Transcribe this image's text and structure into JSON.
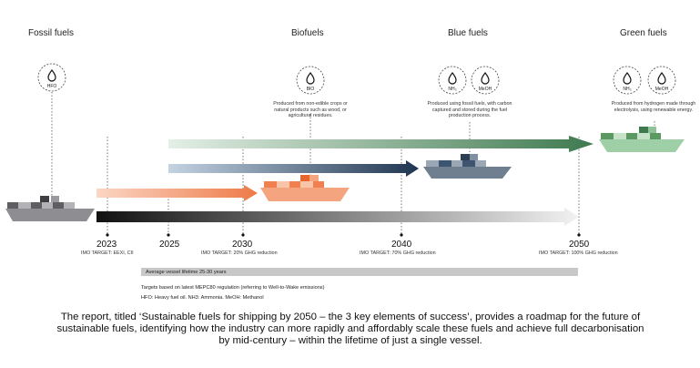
{
  "categories": {
    "fossil": "Fossil fuels",
    "bio": "Biofuels",
    "blue": "Blue fuels",
    "green": "Green fuels"
  },
  "icons": {
    "hfo": "HFO",
    "bio": "BIO",
    "nh3_blue": "NH₃",
    "meoh_blue": "MeOH",
    "nh3_green": "NH₃",
    "meoh_green": "MeOH"
  },
  "descriptions": {
    "bio": "Produced from non-edible crops or natural products such as wood, or agricultural residues.",
    "blue": "Produced using fossil fuels, with carbon captured and stored during the fuel production process.",
    "green": "Produced from hydrogen made through electrolysis, using renewable energy."
  },
  "timeline": {
    "years": [
      "2023",
      "2025",
      "2030",
      "2040",
      "2050"
    ],
    "targets": {
      "y2023": "IMO TARGET: EEXI, CII",
      "y2030": "IMO TARGET: 20% GHG reduction",
      "y2040": "IMO TARGET: 70% GHG reduction",
      "y2050": "IMO TARGET: 100% GHG reduction"
    }
  },
  "lifetime_bar": "Average vessel lifetime 25-30 years",
  "notes": {
    "targets_basis": "Targets based on latest MEPC80 regulation (referring to Well-to-Wake emissions)",
    "abbreviations": "HFO: Heavy fuel oil. NH3: Ammonia. MeOH: Methanol"
  },
  "caption": "The report, titled ‘Sustainable fuels for shipping by 2050 – the 3 key elements of success’, provides a roadmap for the future of sustainable fuels, identifying how the industry can more rapidly and affordably scale these fuels and achieve full decarbonisation by mid-century – within the lifetime of just a single vessel.",
  "colors": {
    "fossil": "#8a8a8e",
    "bio": "#f0895a",
    "blue": "#3d5570",
    "green": "#3f7a4f",
    "timeline": "#1a1a1a"
  }
}
